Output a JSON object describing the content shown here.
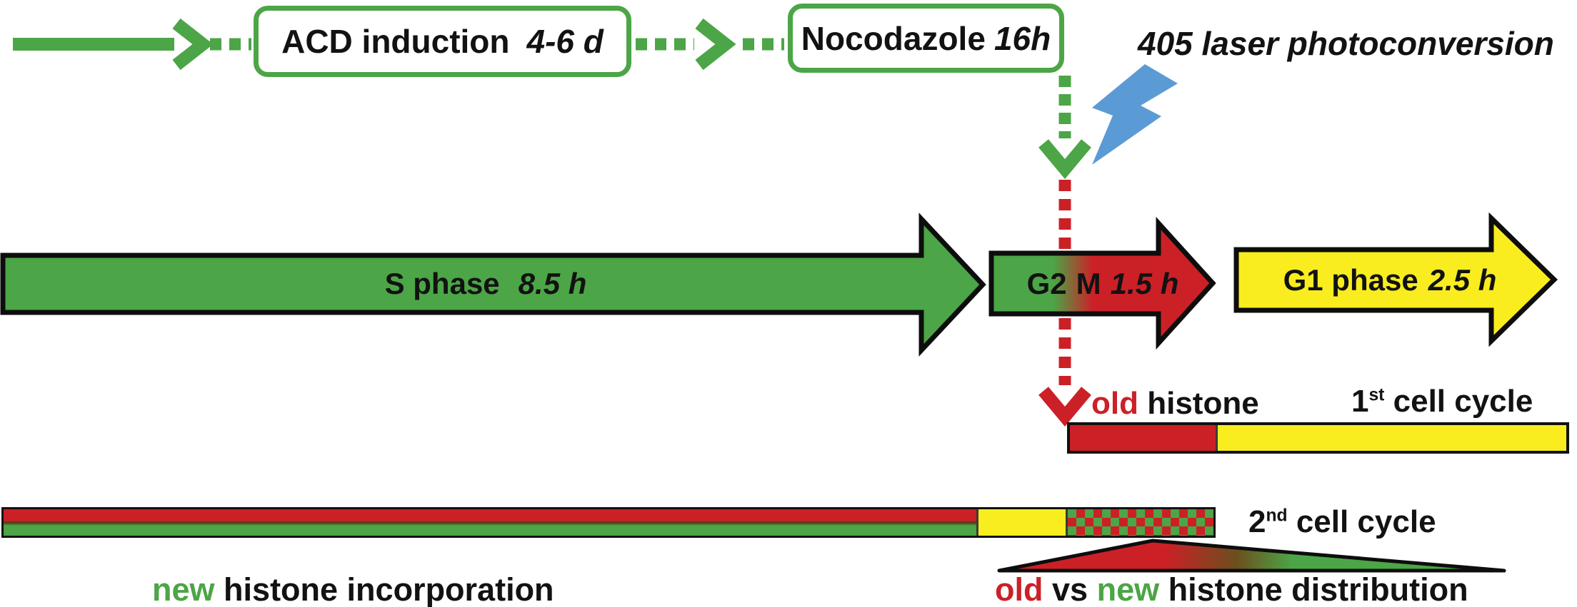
{
  "treatment": {
    "acd": {
      "label": "ACD induction",
      "duration": "4-6 d"
    },
    "nocodazole": {
      "label": "Nocodazole",
      "duration": "16h"
    },
    "photoconversion": "405 laser photoconversion"
  },
  "phases": {
    "s_phase": {
      "label": "S phase",
      "duration": "8.5 h"
    },
    "g2m": {
      "g2": "G2",
      "m": "M",
      "duration": "1.5 h"
    },
    "g1": {
      "label": "G1 phase",
      "duration": "2.5 h"
    }
  },
  "cycle1": {
    "old": "old",
    "histone": "histone",
    "ordinal_num": "1",
    "ordinal_sup": "st",
    "label": "cell cycle"
  },
  "cycle2": {
    "ordinal_num": "2",
    "ordinal_sup": "nd",
    "label": "cell cycle"
  },
  "bottom": {
    "new": "new",
    "incorporation": "histone incorporation",
    "old": "old",
    "vs": "vs",
    "new2": "new",
    "distribution": "histone distribution"
  },
  "colors": {
    "green": "#4CA546",
    "red": "#CC2027",
    "yellow": "#F9ED1F",
    "blue": "#5B9BD5",
    "outline": "#111111"
  }
}
